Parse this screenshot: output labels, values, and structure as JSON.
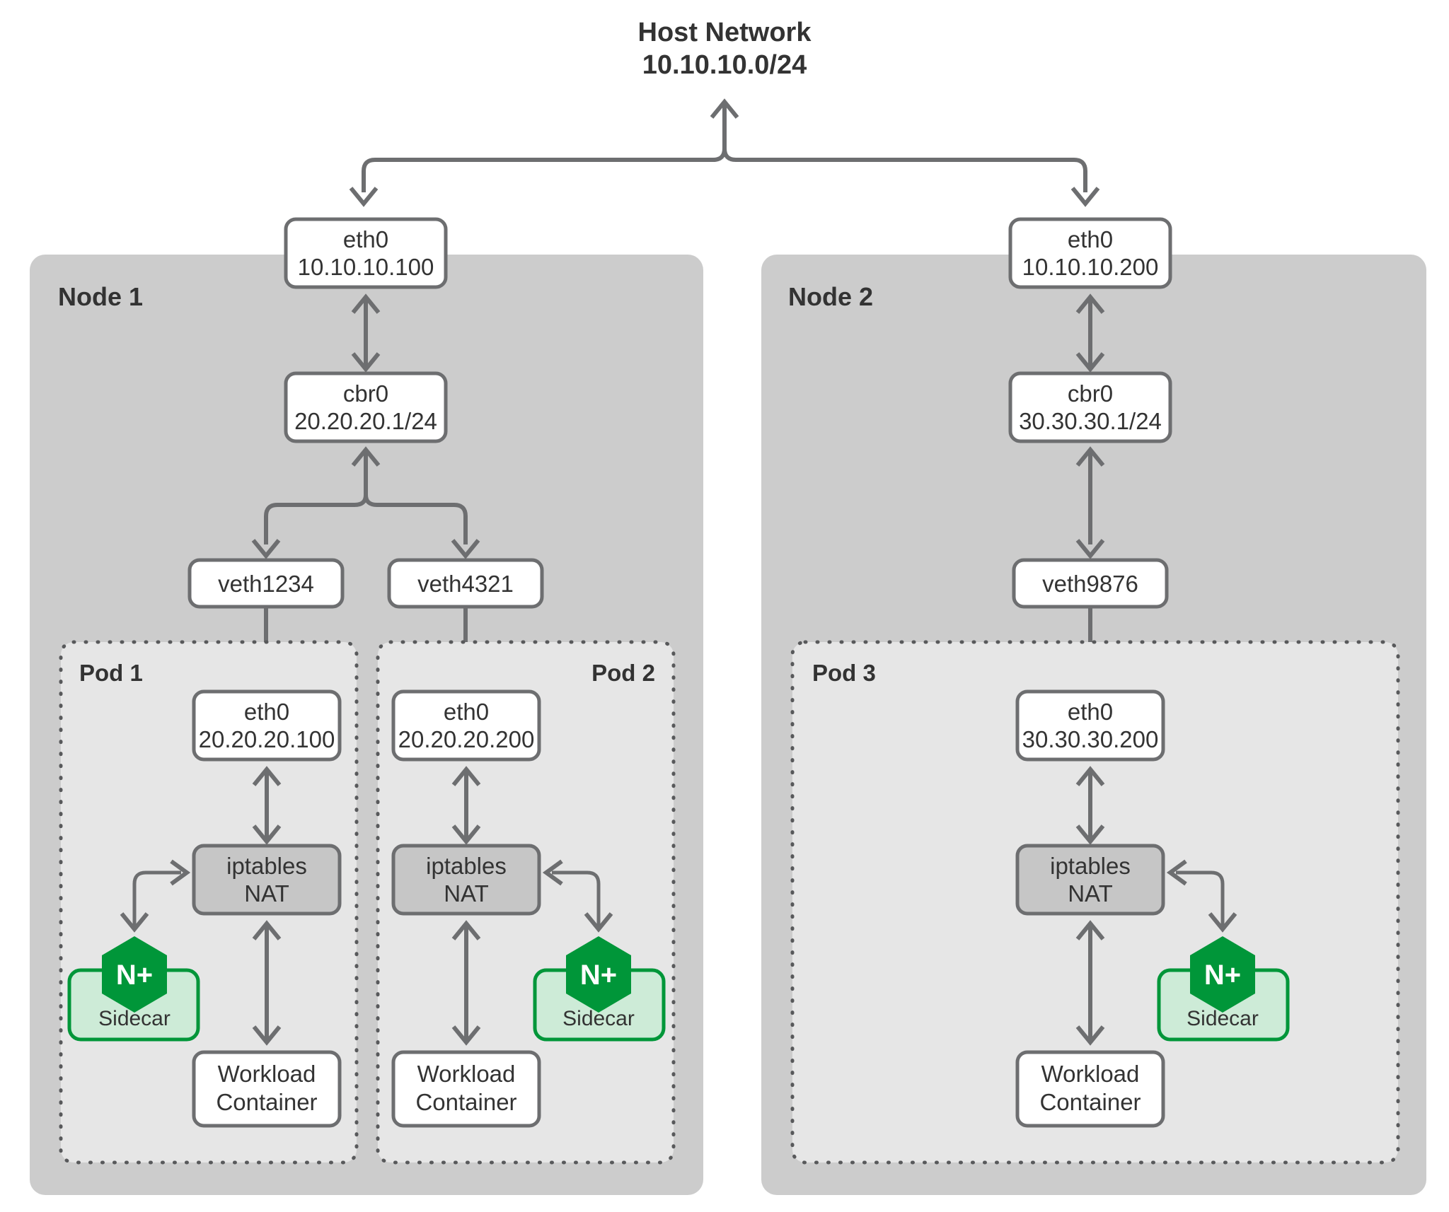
{
  "diagram": {
    "title_line1": "Host Network",
    "title_line2": "10.10.10.0/24",
    "colors": {
      "node_fill": "#cccccc",
      "pod_fill": "#e6e6e6",
      "box_stroke": "#6d6e70",
      "nat_fill": "#c6c6c6",
      "sidecar_fill": "#cdebd7",
      "nginx_green": "#009639",
      "text": "#333333"
    }
  },
  "nodes": [
    {
      "label": "Node 1",
      "eth0": {
        "line1": "eth0",
        "line2": "10.10.10.100"
      },
      "cbr0": {
        "line1": "cbr0",
        "line2": "20.20.20.1/24"
      },
      "veths": [
        {
          "label": "veth1234"
        },
        {
          "label": "veth4321"
        }
      ],
      "pods": [
        {
          "label": "Pod 1",
          "label_align": "left",
          "eth0": {
            "line1": "eth0",
            "line2": "20.20.20.100"
          },
          "nat": {
            "line1": "iptables",
            "line2": "NAT"
          },
          "sidecar": {
            "label": "Sidecar",
            "logo": "N+"
          },
          "workload": {
            "line1": "Workload",
            "line2": "Container"
          },
          "sidecar_side": "left"
        },
        {
          "label": "Pod 2",
          "label_align": "right",
          "eth0": {
            "line1": "eth0",
            "line2": "20.20.20.200"
          },
          "nat": {
            "line1": "iptables",
            "line2": "NAT"
          },
          "sidecar": {
            "label": "Sidecar",
            "logo": "N+"
          },
          "workload": {
            "line1": "Workload",
            "line2": "Container"
          },
          "sidecar_side": "right"
        }
      ]
    },
    {
      "label": "Node 2",
      "eth0": {
        "line1": "eth0",
        "line2": "10.10.10.200"
      },
      "cbr0": {
        "line1": "cbr0",
        "line2": "30.30.30.1/24"
      },
      "veths": [
        {
          "label": "veth9876"
        }
      ],
      "pods": [
        {
          "label": "Pod 3",
          "label_align": "left",
          "eth0": {
            "line1": "eth0",
            "line2": "30.30.30.200"
          },
          "nat": {
            "line1": "iptables",
            "line2": "NAT"
          },
          "sidecar": {
            "label": "Sidecar",
            "logo": "N+"
          },
          "workload": {
            "line1": "Workload",
            "line2": "Container"
          },
          "sidecar_side": "right"
        }
      ]
    }
  ]
}
